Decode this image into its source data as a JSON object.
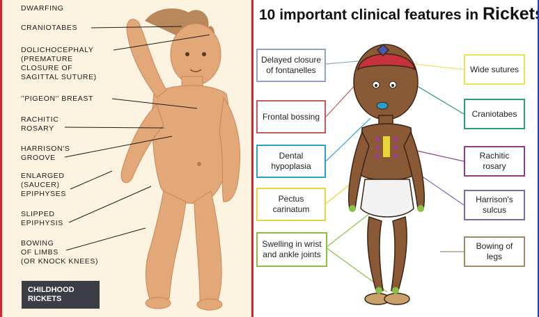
{
  "left_panel": {
    "labels": [
      {
        "key": "dwarfing",
        "text": "DWARFING"
      },
      {
        "key": "craniotabes",
        "text": "CRANIOTABES"
      },
      {
        "key": "dolichocephaly",
        "text": "DOLICHOCEPHALY\n(PREMATURE\nCLOSURE OF\nSAGITTAL SUTURE)"
      },
      {
        "key": "pigeon-breast",
        "text": "''PIGEON'' BREAST"
      },
      {
        "key": "rachitic-rosary",
        "text": "RACHITIC\nROSARY"
      },
      {
        "key": "harrisons-groove",
        "text": "HARRISON'S\nGROOVE"
      },
      {
        "key": "enlarged-epiphyses",
        "text": "ENLARGED\n(SAUCER)\nEPIPHYSES"
      },
      {
        "key": "slipped-epiphysis",
        "text": "SLIPPED\nEPIPHYSIS"
      },
      {
        "key": "bowing-of-limbs",
        "text": "BOWING\nOF LIMBS\n(OR KNOCK KNEES)"
      }
    ],
    "caption": "CHILDHOOD\nRICKETS",
    "colors": {
      "border": "#d8232a",
      "skin": "#e3a878",
      "background": "#fbf3df",
      "caption_bg": "#3a3d46"
    }
  },
  "right_panel": {
    "title_prefix": "10 important clinical features in ",
    "title_emphasis": "Rickets",
    "features": [
      {
        "key": "delayed-closure",
        "text": "Delayed closure of fontanelles",
        "color": "#8ea6c2",
        "side": "left"
      },
      {
        "key": "frontal-bossing",
        "text": "Frontal bossing",
        "color": "#c25a5a",
        "side": "left"
      },
      {
        "key": "dental-hypoplasia",
        "text": "Dental hypoplasia",
        "color": "#2aa0c8",
        "side": "left"
      },
      {
        "key": "pectus-carinatum",
        "text": "Pectus carinatum",
        "color": "#e8d53a",
        "side": "left"
      },
      {
        "key": "swelling-wrist-ankle",
        "text": "Swelling in wrist and ankle joints",
        "color": "#8bbf45",
        "side": "left"
      },
      {
        "key": "wide-sutures",
        "text": "Wide sutures",
        "color": "#ece25a",
        "side": "right"
      },
      {
        "key": "craniotabes",
        "text": "Craniotabes",
        "color": "#2a9a78",
        "side": "right"
      },
      {
        "key": "rachitic-rosary",
        "text": "Rachitic rosary",
        "color": "#8e3a8e",
        "side": "right"
      },
      {
        "key": "harrisons-sulcus",
        "text": "Harrison's sulcus",
        "color": "#7a6aa8",
        "side": "right"
      },
      {
        "key": "bowing-of-legs",
        "text": "Bowing of legs",
        "color": "#a08a6a",
        "side": "right"
      }
    ],
    "colors": {
      "border": "#1f3fbf",
      "skin": "#8a5a36",
      "diaper": "#f2f2f2"
    }
  }
}
